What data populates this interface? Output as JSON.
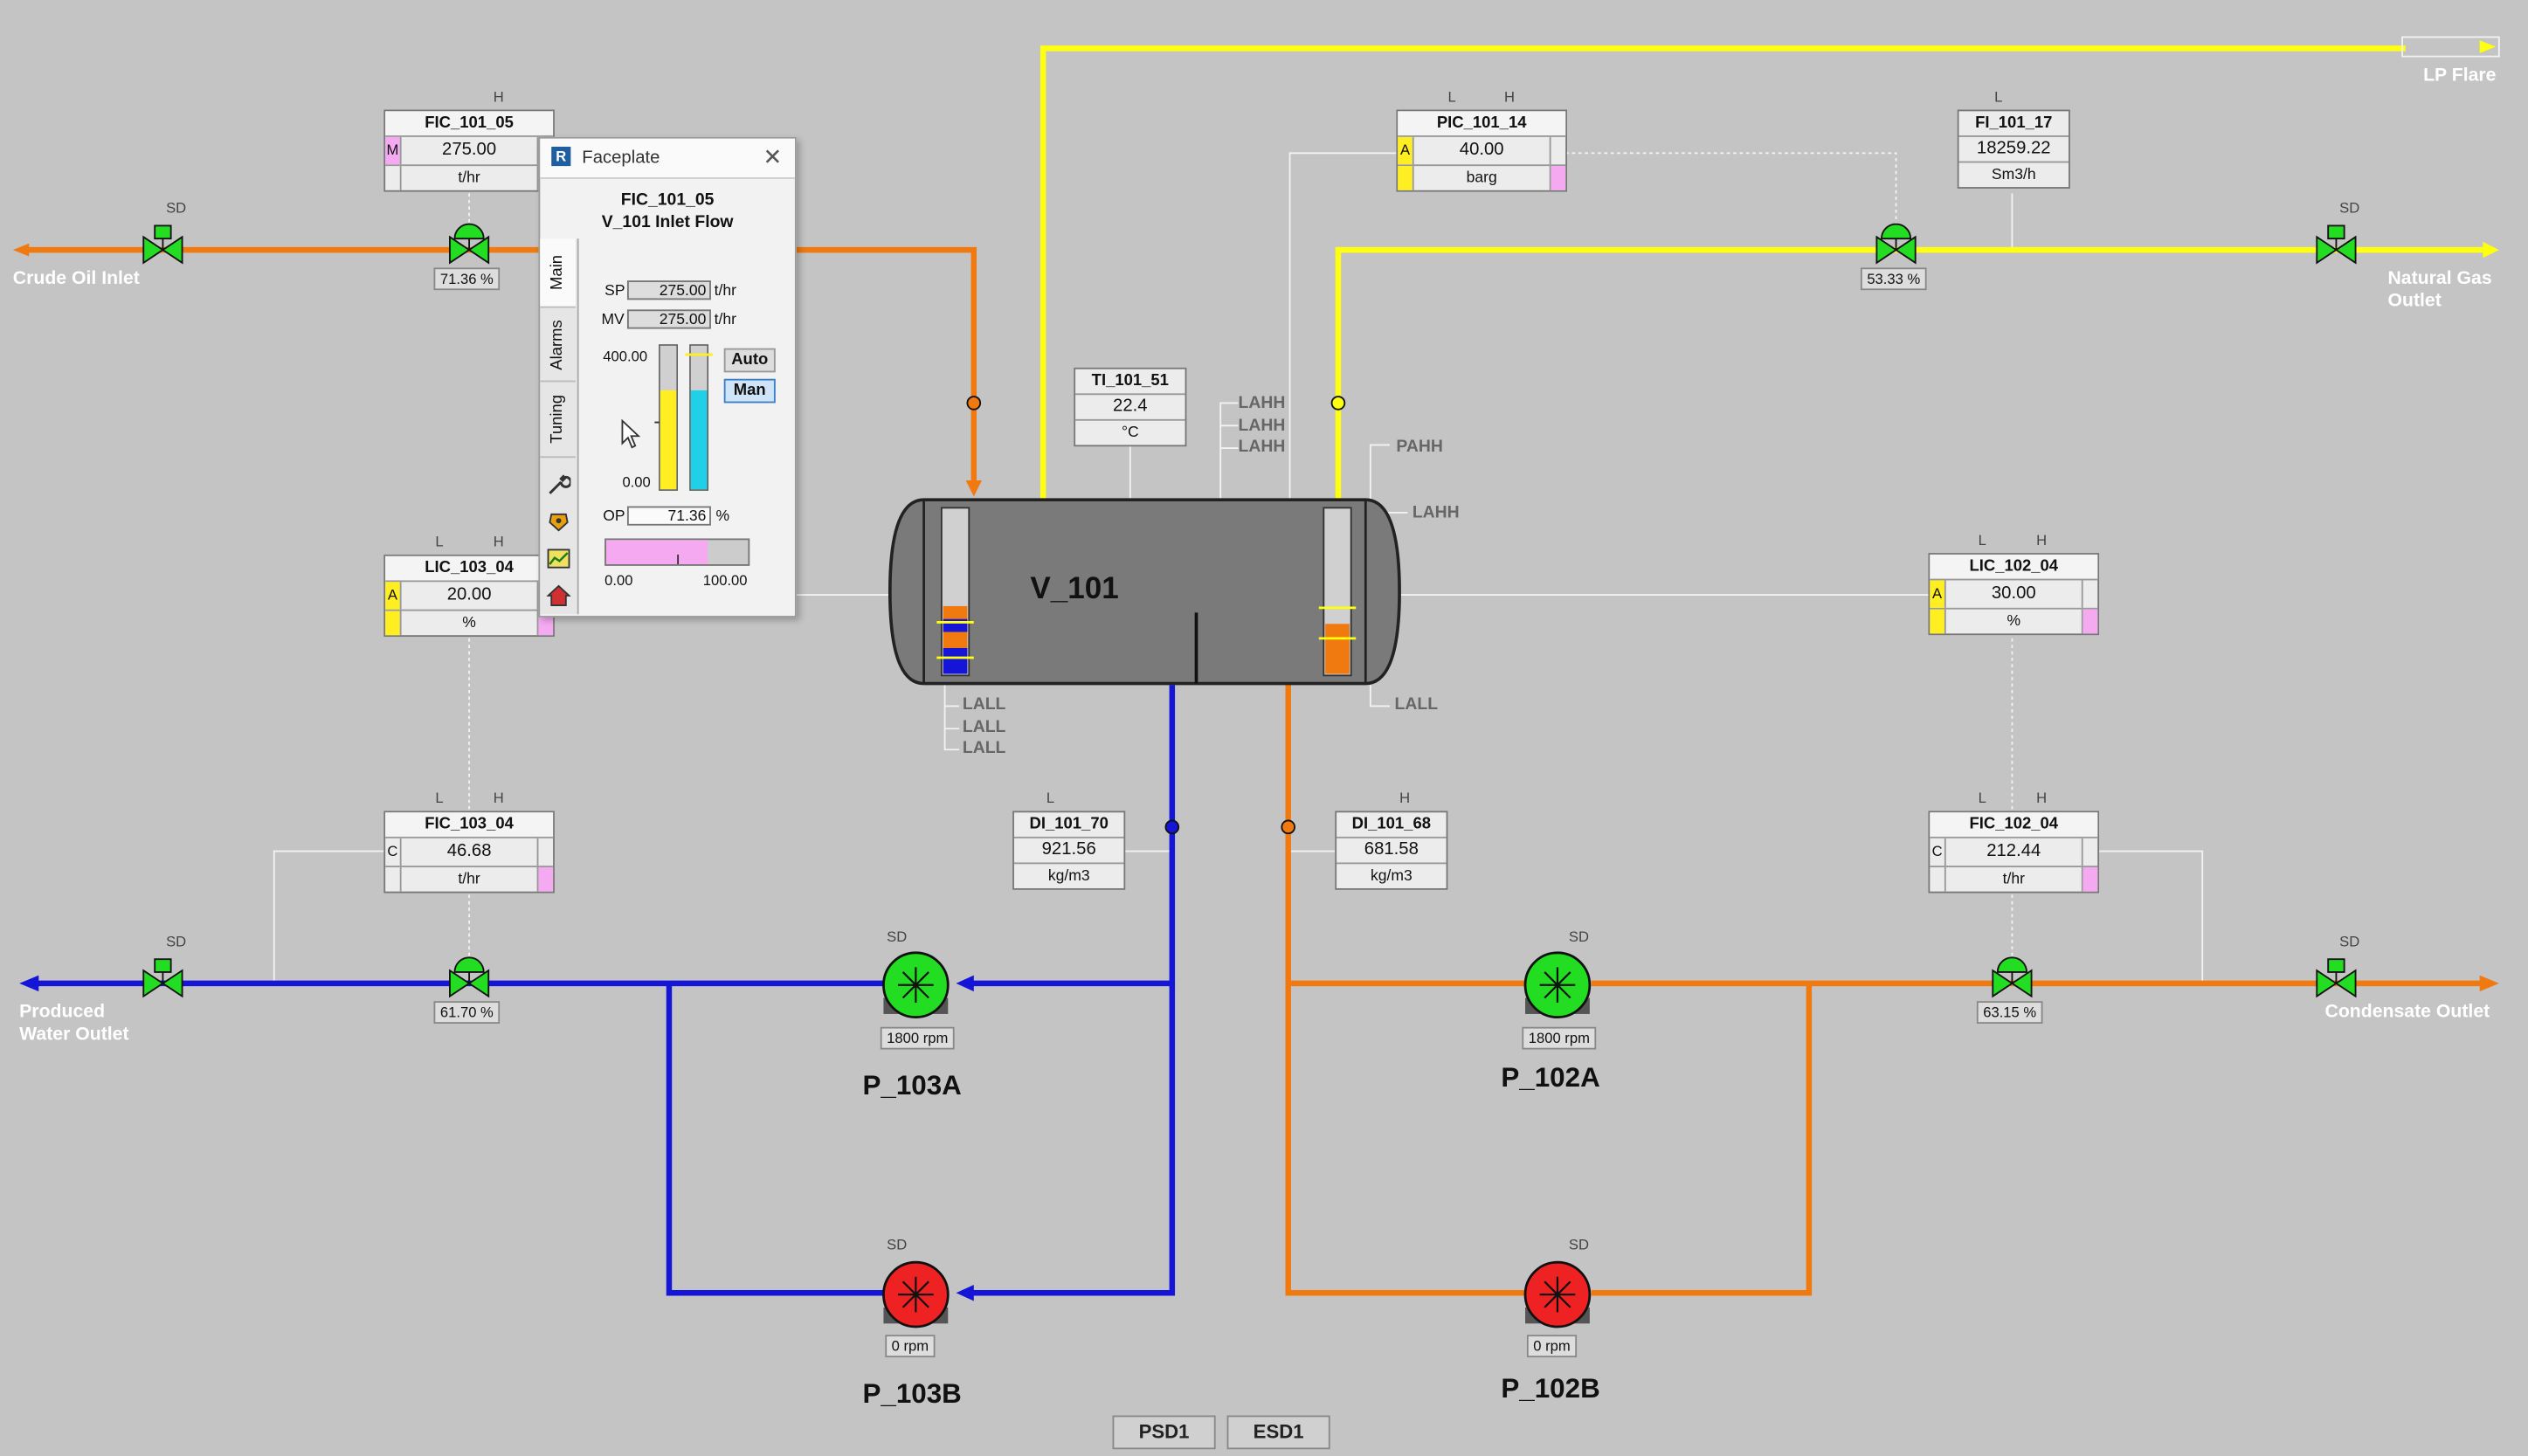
{
  "labels": {
    "crude_oil_inlet": "Crude Oil Inlet",
    "lp_flare": "LP Flare",
    "natural_gas_outlet_1": "Natural Gas",
    "natural_gas_outlet_2": "Outlet",
    "produced_water_1": "Produced",
    "produced_water_2": "Water Outlet",
    "condensate_outlet": "Condensate Outlet"
  },
  "vessel": {
    "name": "V_101"
  },
  "valves": {
    "fcv_101_05": {
      "percent": "71.36 %",
      "opening": 71.36
    },
    "pcv_101_14": {
      "percent": "53.33 %",
      "opening": 53.33
    },
    "fcv_103_04": {
      "percent": "61.70 %",
      "opening": 61.7
    },
    "fcv_102_04": {
      "percent": "63.15 %",
      "opening": 63.15
    }
  },
  "sd": "SD",
  "pumps": {
    "p_103a": {
      "name": "P_103A",
      "rpm": "1800 rpm",
      "status": "running",
      "color": "#22dd22"
    },
    "p_103b": {
      "name": "P_103B",
      "rpm": "0 rpm",
      "status": "stopped",
      "color": "#ee2222"
    },
    "p_102a": {
      "name": "P_102A",
      "rpm": "1800 rpm",
      "status": "running",
      "color": "#22dd22"
    },
    "p_102b": {
      "name": "P_102B",
      "rpm": "0 rpm",
      "status": "stopped",
      "color": "#ee2222"
    }
  },
  "tags": {
    "fic_101_05": {
      "name": "FIC_101_05",
      "value": "275.00",
      "unit": "t/hr",
      "mode": "M",
      "limits": "H"
    },
    "lic_103_04": {
      "name": "LIC_103_04",
      "value": "20.00",
      "unit": "%",
      "mode": "A",
      "limit_l": "L",
      "limit_h": "H"
    },
    "fic_103_04": {
      "name": "FIC_103_04",
      "value": "46.68",
      "unit": "t/hr",
      "mode": "C",
      "limit_l": "L",
      "limit_h": "H"
    },
    "pic_101_14": {
      "name": "PIC_101_14",
      "value": "40.00",
      "unit": "barg",
      "mode": "A",
      "limit_l": "L",
      "limit_h": "H"
    },
    "lic_102_04": {
      "name": "LIC_102_04",
      "value": "30.00",
      "unit": "%",
      "mode": "A",
      "limit_l": "L",
      "limit_h": "H"
    },
    "fic_102_04": {
      "name": "FIC_102_04",
      "value": "212.44",
      "unit": "t/hr",
      "mode": "C",
      "limit_l": "L",
      "limit_h": "H"
    },
    "fi_101_17": {
      "name": "FI_101_17",
      "value": "18259.22",
      "unit": "Sm3/h",
      "limit_l": "L"
    },
    "ti_101_51": {
      "name": "TI_101_51",
      "value": "22.4",
      "unit": "°C"
    },
    "di_101_70": {
      "name": "DI_101_70",
      "value": "921.56",
      "unit": "kg/m3",
      "limit_l": "L"
    },
    "di_101_68": {
      "name": "DI_101_68",
      "value": "681.58",
      "unit": "kg/m3",
      "limit_h": "H"
    }
  },
  "alarms": {
    "lahh": "LAHH",
    "pahh": "PAHH",
    "lah": "LAHH",
    "lall": "LALL"
  },
  "faceplate": {
    "title": "Faceplate",
    "tag": "FIC_101_05",
    "description": "V_101 Inlet Flow",
    "tabs": [
      "Main",
      "Alarms",
      "Tuning"
    ],
    "sp_label": "SP",
    "sp_value": "275.00",
    "sp_unit": "t/hr",
    "mv_label": "MV",
    "mv_value": "275.00",
    "mv_unit": "t/hr",
    "range_max": "400.00",
    "range_min": "0.00",
    "auto_label": "Auto",
    "man_label": "Man",
    "op_label": "OP",
    "op_value": "71.36",
    "op_unit": "%",
    "op_min": "0.00",
    "op_max": "100.00",
    "op_fraction": 0.7136,
    "sp_fraction": 0.6875,
    "mv_fraction": 0.6875
  },
  "buttons": {
    "psd": "PSD1",
    "esd": "ESD1"
  },
  "colors": {
    "oil": "#f07a10",
    "gas": "#ffff10",
    "water": "#1515d8",
    "background": "#c4c4c4"
  }
}
